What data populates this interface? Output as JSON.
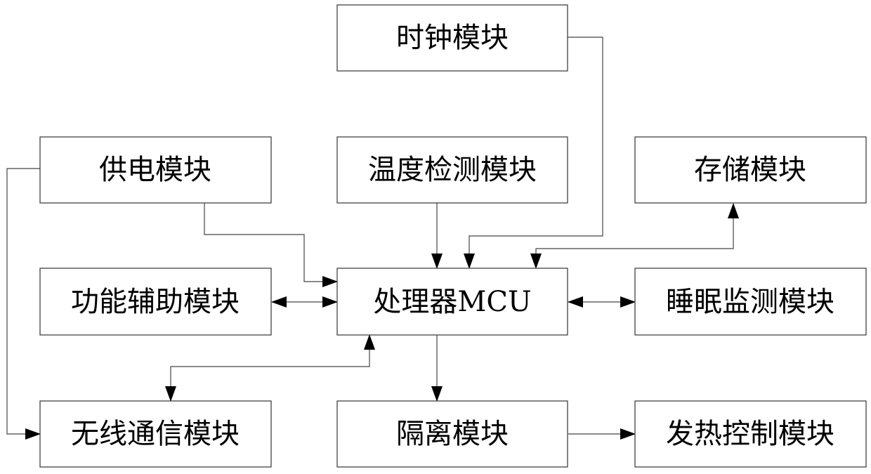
{
  "diagram": {
    "modules": {
      "clock": "时钟模块",
      "power": "供电模块",
      "temperature": "温度检测模块",
      "storage": "存储模块",
      "function_aux": "功能辅助模块",
      "processor": "处理器MCU",
      "sleep_monitor": "睡眠监测模块",
      "wireless": "无线通信模块",
      "isolation": "隔离模块",
      "heating_control": "发热控制模块"
    }
  }
}
